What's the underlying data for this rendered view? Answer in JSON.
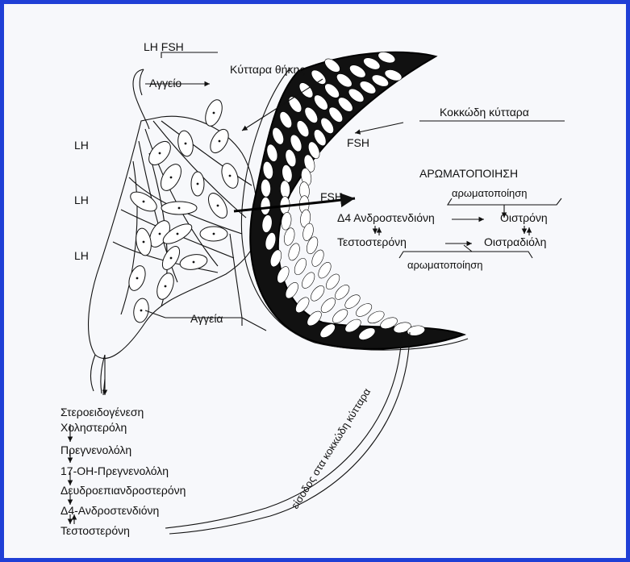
{
  "colors": {
    "frame_border": "#1f3fd6",
    "ink": "#111111",
    "background": "#f7f8fb"
  },
  "labels": {
    "lh_fsh_top": "LH  FSH",
    "aggeio": "Αγγείο",
    "kyttara_thikis": "Κύτταρα θήκης",
    "kokkodi_kyttara": "Κοκκώδη κύτταρα",
    "fsh_granulosa": "FSH",
    "aromatopoiisi_title": "ΑΡΩΜΑΤΟΠΟΙΗΣΗ",
    "lh_1": "LH",
    "lh_2": "LH",
    "lh_3": "LH",
    "fsh_arrow": "FSH",
    "aggeia": "Αγγεία",
    "eisodos": "είσοδος στα κοκκώδη κύτταρα"
  },
  "aromatization": {
    "aromatase_top": "αρωματοποίηση",
    "androstenedione": "Δ4 Ανδροστενδιόνη",
    "estrone": "Οιστρόνη",
    "testosterone": "Τεστοστερόνη",
    "estradiol": "Οιστραδιόλη",
    "aromatase_bottom": "αρωματοποίηση"
  },
  "steroidogenesis": {
    "title": "Στεροειδογένεση",
    "steps": [
      "Χοληστερόλη",
      "Πρεγνενολόλη",
      "17-ΟΗ-Πρεγνενολόλη",
      "Δευδροεπιανδροστερόνη",
      "Δ4-Ανδροστενδιόνη",
      "Τεστοστερόνη"
    ]
  }
}
